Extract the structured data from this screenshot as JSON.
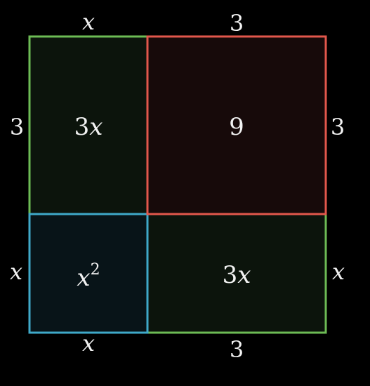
{
  "diagram": {
    "regions": {
      "top_left": {
        "label_var": "3",
        "label_sym": "x",
        "fill": "#0c140c",
        "stroke": "#6dbb55"
      },
      "top_right": {
        "label": "9",
        "fill": "#170a0a",
        "stroke": "#e2574c"
      },
      "bottom_left": {
        "label_base": "x",
        "label_exp": "2",
        "fill": "#081418",
        "stroke": "#3fa9c9"
      },
      "bottom_right": {
        "label_var": "3",
        "label_sym": "x",
        "fill": "#0c140c",
        "stroke": "#6dbb55"
      }
    },
    "edges": {
      "top_left": "x",
      "top_right": "3",
      "bottom_left": "x",
      "bottom_right": "3",
      "left_upper": "3",
      "left_lower": "x",
      "right_upper": "3",
      "right_lower": "x"
    }
  }
}
